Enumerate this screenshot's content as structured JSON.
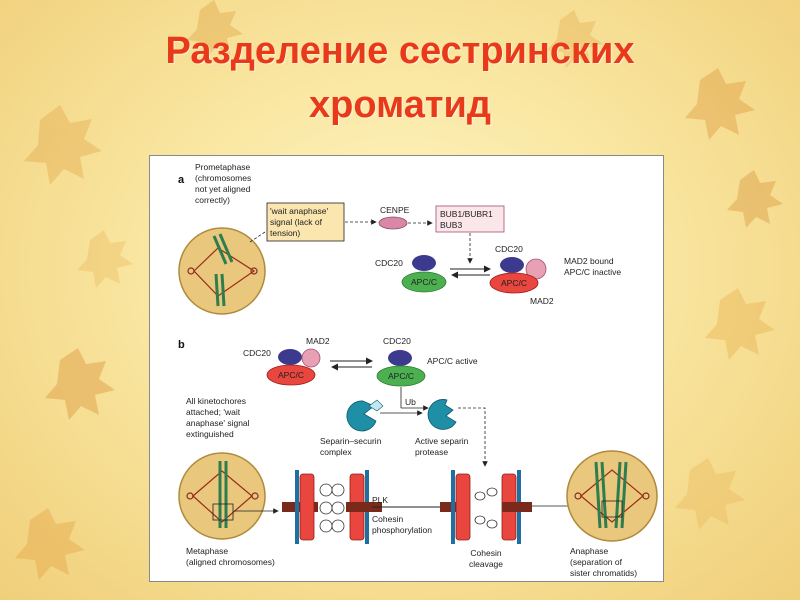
{
  "slide": {
    "title_line1": "Разделение сестринских",
    "title_line2": "хроматид",
    "title_color": "#e8391b"
  },
  "figure": {
    "panel_a": {
      "letter": "a",
      "prometaphase": [
        "Prometaphase",
        "(chromosomes",
        "not yet aligned",
        "correctly)"
      ],
      "signal_box": [
        "'wait anaphase'",
        "signal (lack of",
        "tension)"
      ],
      "cenpe": "CENPE",
      "bub_box": [
        "BUB1/BUBR1",
        "BUB3"
      ],
      "cdc20_left": "CDC20",
      "cdc20_right": "CDC20",
      "apc_left": "APC/C",
      "apc_right": "APC/C",
      "mad2_bound": [
        "MAD2 bound",
        "APC/C inactive"
      ],
      "mad2": "MAD2"
    },
    "panel_b": {
      "letter": "b",
      "cdc20_left": "CDC20",
      "mad2": "MAD2",
      "apc_left": "APC/C",
      "cdc20_right": "CDC20",
      "apc_right": "APC/C",
      "apc_active": "APC/C active",
      "ub": "Ub",
      "all_kinetochores": [
        "All kinetochores",
        "attached; 'wait",
        "anaphase' signal",
        "extinguished"
      ],
      "separin_securin": [
        "Separin–securin",
        "complex"
      ],
      "active_separin": [
        "Active separin",
        "protease"
      ],
      "plk": "PLK",
      "cohesin_phos": [
        "Cohesin",
        "phosphorylation"
      ],
      "metaphase": [
        "Metaphase",
        "(aligned chromosomes)"
      ],
      "cohesin_cleavage": [
        "Cohesin",
        "cleavage"
      ],
      "anaphase": [
        "Anaphase",
        "(separation of",
        "sister chromatids)"
      ]
    },
    "colors": {
      "apc": "#e8463e",
      "apc_active": "#4caf50",
      "cdc20": "#3b3a8f",
      "mad2": "#e8a0b4",
      "cenpe": "#d987a8",
      "cell": "#e9c77c",
      "separin": "#1f8fa8",
      "signal_box": "#fbe6b0"
    }
  }
}
